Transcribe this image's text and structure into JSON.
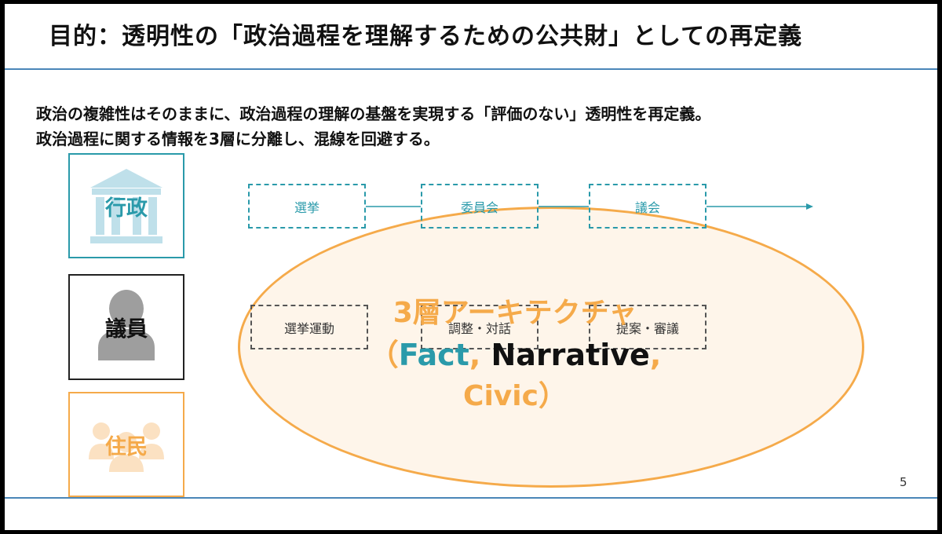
{
  "title": "目的：透明性の「政治過程を理解するための公共財」としての再定義",
  "lead": {
    "line1": "政治の複雑性はそのままに、政治過程の理解の基盤を実現する「評価のない」透明性を再定義。",
    "line2": "政治過程に関する情報を3層に分離し、混線を回避する。"
  },
  "actors": {
    "gov": {
      "label": "行政",
      "icon": "government-building-icon",
      "color": "#2a9aaa"
    },
    "legislator": {
      "label": "議員",
      "icon": "person-silhouette-icon",
      "color": "#111111"
    },
    "resident": {
      "label": "住民",
      "icon": "people-group-icon",
      "color": "#f5aa4a"
    }
  },
  "process_top": [
    "選挙",
    "委員会",
    "議会"
  ],
  "process_mid": [
    "選挙運動",
    "調整・対話",
    "提案・審議"
  ],
  "architecture": {
    "title": "3層アーキテクチャ",
    "paren_open": "（",
    "fact": "Fact",
    "comma1": ",",
    "narrative": "Narrative",
    "comma2": ",",
    "civic": "Civic",
    "paren_close": "）"
  },
  "page_number": "5",
  "colors": {
    "teal": "#2a9aaa",
    "orange": "#f5aa4a",
    "rule": "#4a86b8"
  }
}
